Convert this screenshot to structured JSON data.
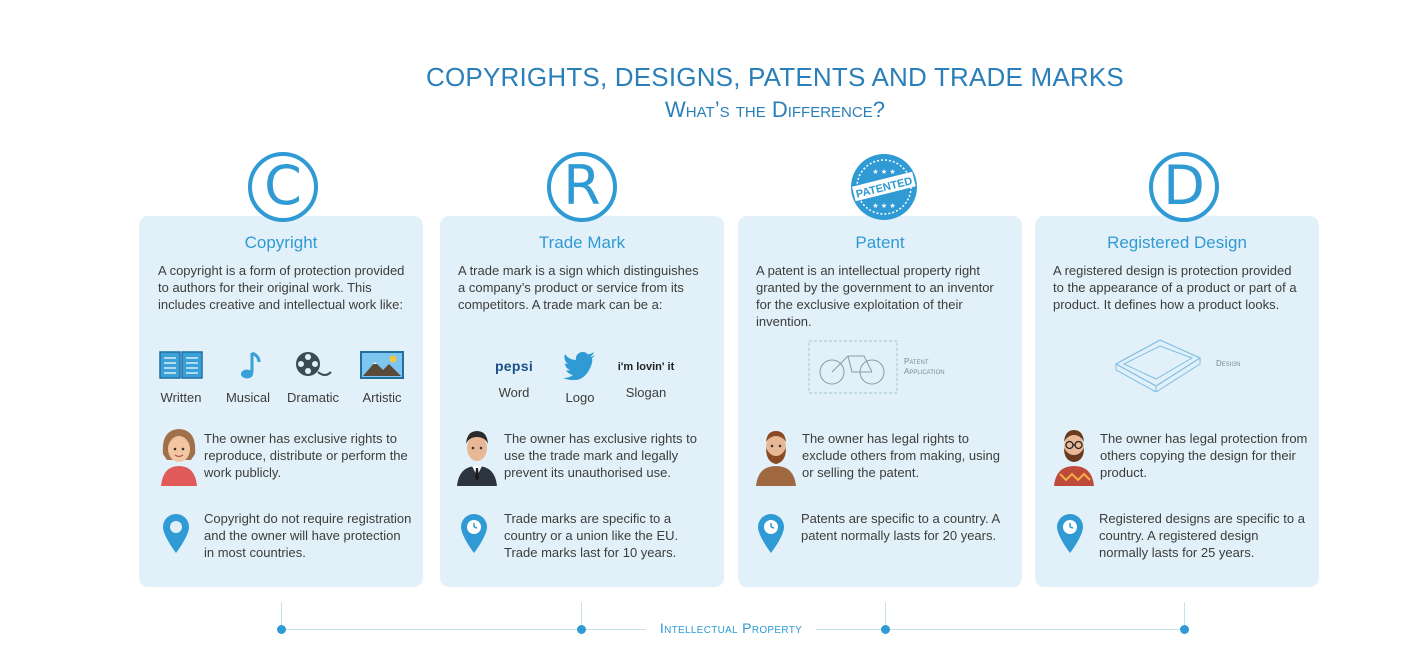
{
  "header": {
    "title": "COPYRIGHTS, DESIGNS, PATENTS AND TRADE MARKS",
    "subtitle": "What’s the Difference?"
  },
  "colors": {
    "accent": "#2f9ad4",
    "title": "#2a7fb9",
    "card_bg": "#e2f1f9",
    "text": "#3c3c3c"
  },
  "cards": [
    {
      "emblem": "C",
      "title": "Copyright",
      "description": "A copyright is a form of protection provided to authors for their original work. This includes creative and intellectual work like:",
      "examples": [
        {
          "icon": "book-icon",
          "label": "Written"
        },
        {
          "icon": "music-note-icon",
          "label": "Musical"
        },
        {
          "icon": "film-reel-icon",
          "label": "Dramatic"
        },
        {
          "icon": "landscape-painting-icon",
          "label": "Artistic"
        }
      ],
      "rights": "The owner has exclusive rights to reproduce, distribute or perform the work publicly.",
      "registration": "Copyright do not require registration and the owner will have protection in most countries."
    },
    {
      "emblem": "R",
      "title": "Trade Mark",
      "description": "A trade mark is a sign which distinguishes a company’s product or service from its competitors. A trade mark can be a:",
      "examples": [
        {
          "icon": "pepsi-wordmark",
          "brand": "pepsi",
          "label": "Word"
        },
        {
          "icon": "twitter-bird-icon",
          "label": "Logo"
        },
        {
          "icon": "slogan-text",
          "brand": "i'm lovin' it",
          "label": "Slogan"
        }
      ],
      "rights": "The owner has exclusive rights to use the trade mark and legally prevent its unauthorised use.",
      "registration": "Trade marks are specific to a country or a union like the EU. Trade marks last for 10 years."
    },
    {
      "emblem": "PATENTED",
      "title": "Patent",
      "description": "A patent is an intellectual property right granted by the government to an inventor for the exclusive exploitation of their invention.",
      "sketch_label": "Patent Application",
      "rights": "The owner has legal rights to exclude others from making, using or selling the patent.",
      "registration": "Patents are specific to a country. A patent normally lasts for 20 years."
    },
    {
      "emblem": "D",
      "title": "Registered Design",
      "description": "A registered design is protection provided to the appearance of a product or part of a product. It defines how a product looks.",
      "sketch_label": "Design",
      "rights": "The owner has legal protection from others copying the design for their product.",
      "registration": "Registered designs are specific to a country. A registered design normally lasts for 25 years."
    }
  ],
  "footer": {
    "label": "Intellectual Property"
  }
}
